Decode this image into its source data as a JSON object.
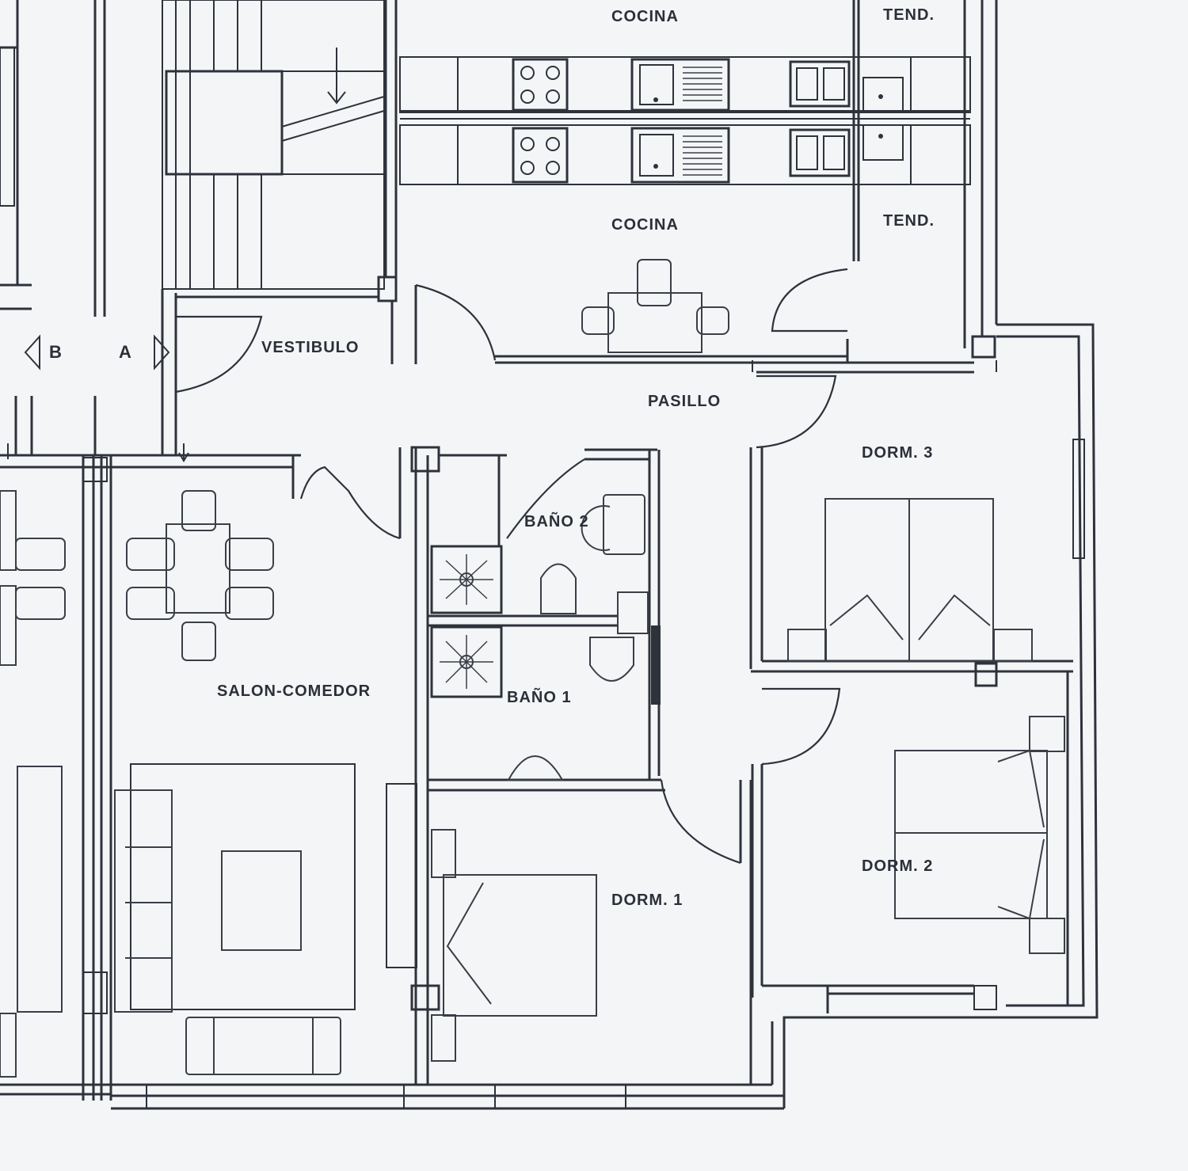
{
  "plan": {
    "rooms": {
      "cocina_upper": "COCINA",
      "tend_upper": "TEND.",
      "cocina": "COCINA",
      "tend": "TEND.",
      "vestibulo": "VESTIBULO",
      "pasillo": "PASILLO",
      "dorm3": "DORM. 3",
      "bano2": "BAÑO 2",
      "bano1": "BAÑO 1",
      "salon": "SALON-COMEDOR",
      "dorm1": "DORM. 1",
      "dorm2": "DORM. 2"
    },
    "section_marks": {
      "b": "B",
      "a": "A"
    },
    "colors": {
      "paper": "#f4f5f7",
      "ink": "#2e323b"
    }
  }
}
